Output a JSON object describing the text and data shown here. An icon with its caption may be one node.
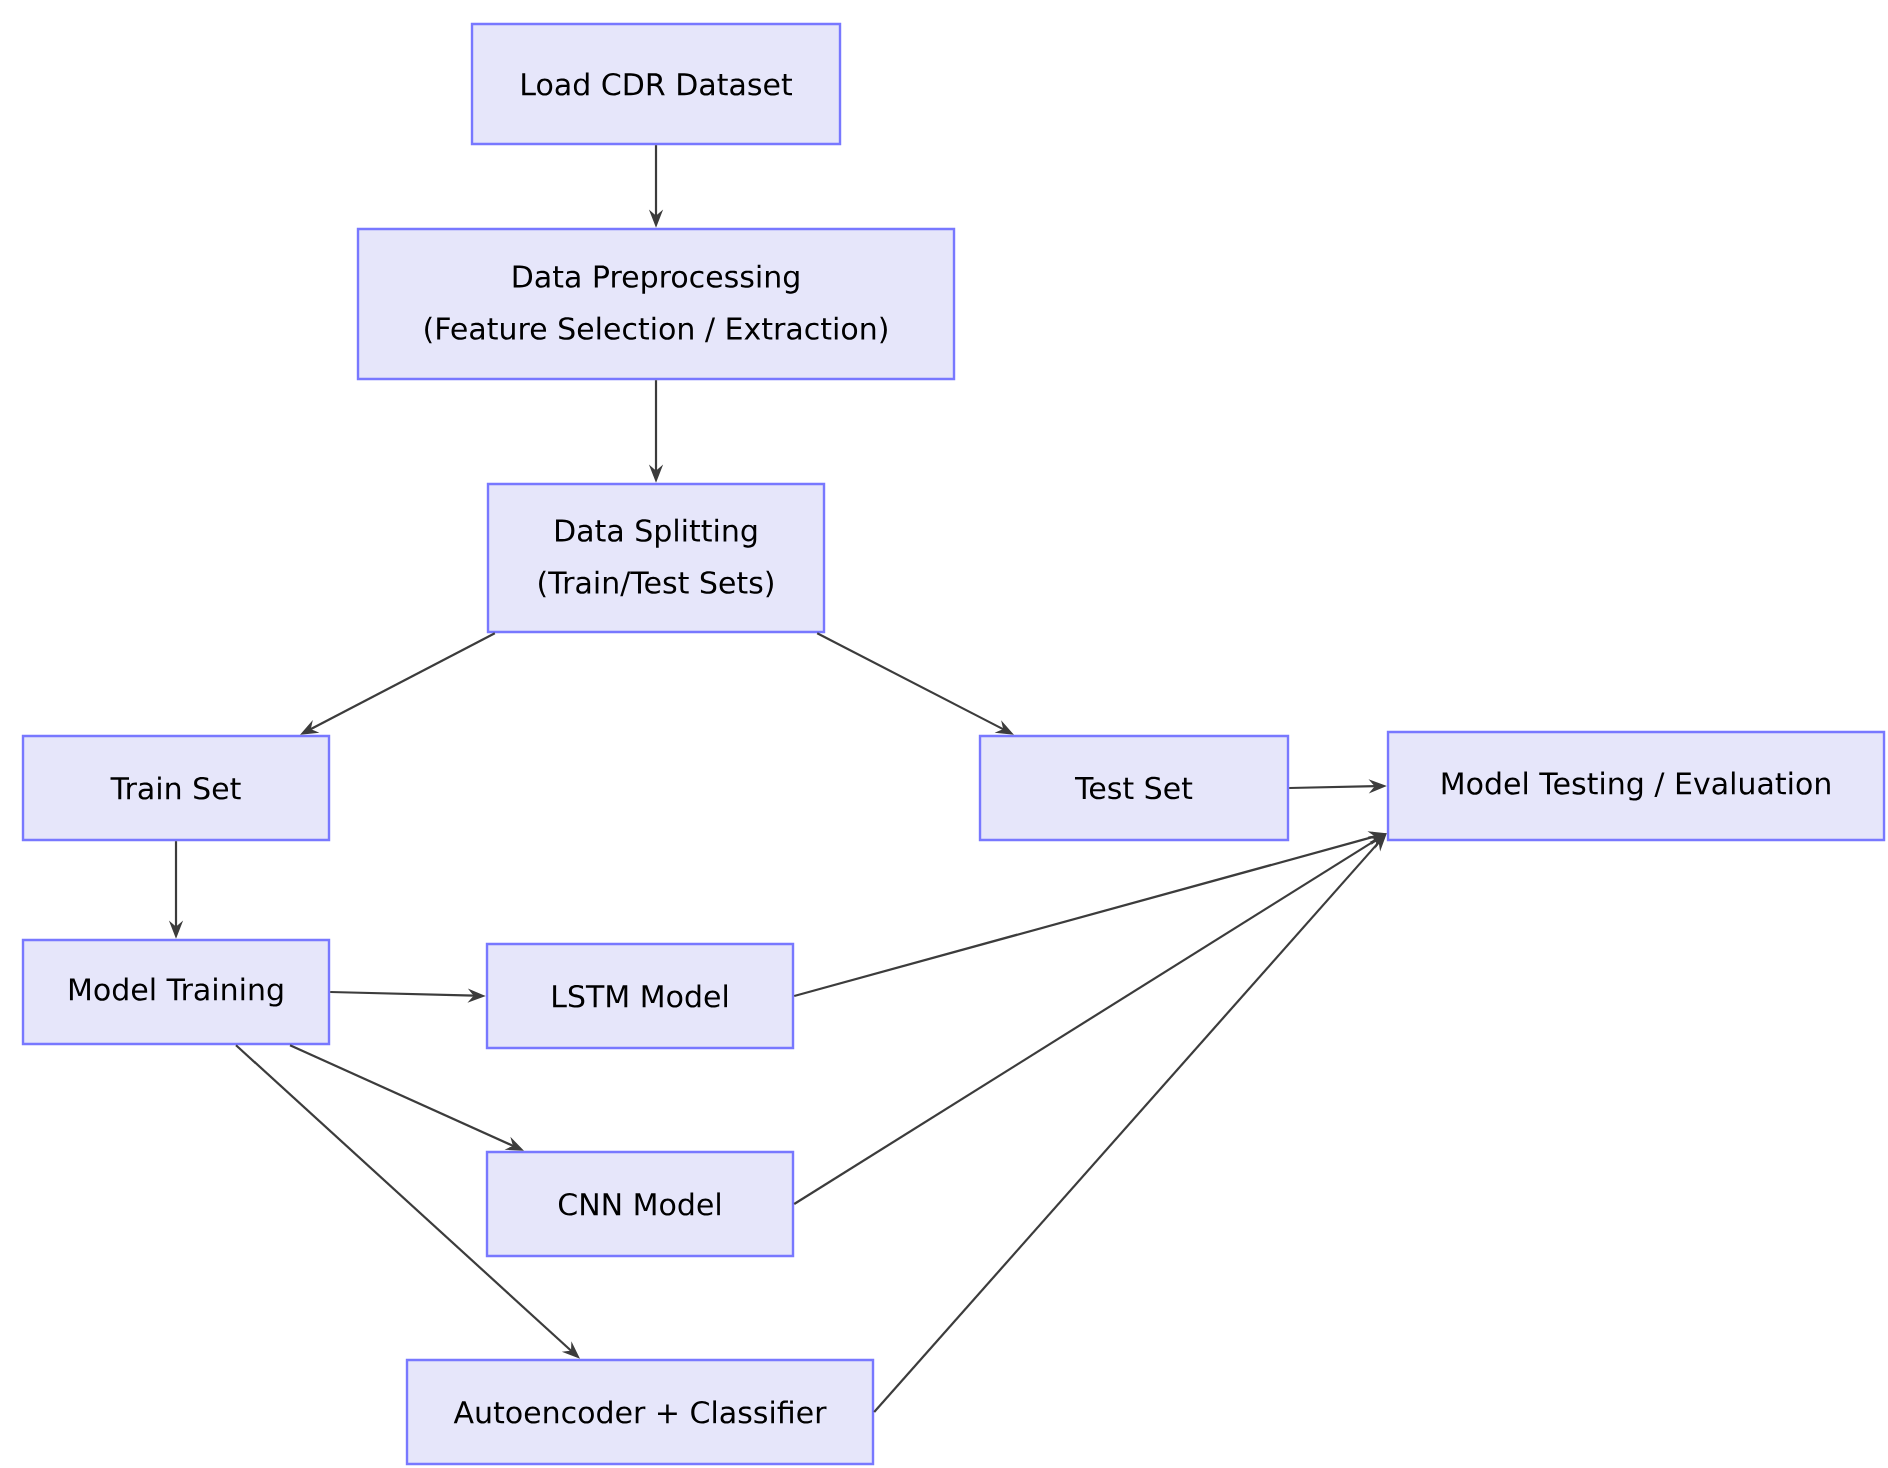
{
  "diagram": {
    "nodes": [
      {
        "text": [
          "Load CDR Dataset"
        ]
      },
      {
        "text": [
          "Data Preprocessing",
          "(Feature Selection / Extraction)"
        ]
      },
      {
        "text": [
          "Data Splitting",
          "(Train/Test Sets)"
        ]
      },
      {
        "text": [
          "Train Set"
        ]
      },
      {
        "text": [
          "Test Set"
        ]
      },
      {
        "text": [
          "Model Testing / Evaluation"
        ]
      },
      {
        "text": [
          "Model Training"
        ]
      },
      {
        "text": [
          "LSTM Model"
        ]
      },
      {
        "text": [
          "CNN Model"
        ]
      },
      {
        "text": [
          "Autoencoder + Classifier"
        ]
      }
    ],
    "edges": [
      {
        "from": 0,
        "to": 1,
        "arrow": "to"
      },
      {
        "from": 1,
        "to": 2,
        "arrow": "to"
      },
      {
        "from": 2,
        "to": 3,
        "arrow": "to"
      },
      {
        "from": 2,
        "to": 4,
        "arrow": "to"
      },
      {
        "from": 3,
        "to": 6,
        "arrow": "to"
      },
      {
        "from": 4,
        "to": 5,
        "arrow": "to"
      },
      {
        "from": 6,
        "to": 7,
        "arrow": "to"
      },
      {
        "from": 6,
        "to": 8,
        "arrow": "to"
      },
      {
        "from": 6,
        "to": 9,
        "arrow": "to"
      },
      {
        "from": 7,
        "to": 5,
        "arrow": "to"
      },
      {
        "from": 8,
        "to": 5,
        "arrow": "to"
      },
      {
        "from": 9,
        "to": 5,
        "arrow": "to"
      }
    ]
  }
}
